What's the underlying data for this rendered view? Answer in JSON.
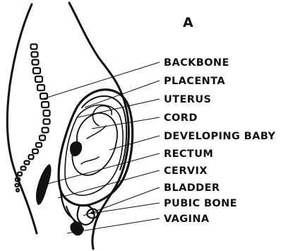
{
  "panel_letter": "A",
  "labels": [
    "BACKBONE",
    "PLACENTA",
    "UTERUS",
    "CORD",
    "DEVELOPING BABY",
    "RECTUM",
    "CERVIX",
    "BLADDER",
    "PUBIC BONE",
    "VAGINA"
  ]
}
